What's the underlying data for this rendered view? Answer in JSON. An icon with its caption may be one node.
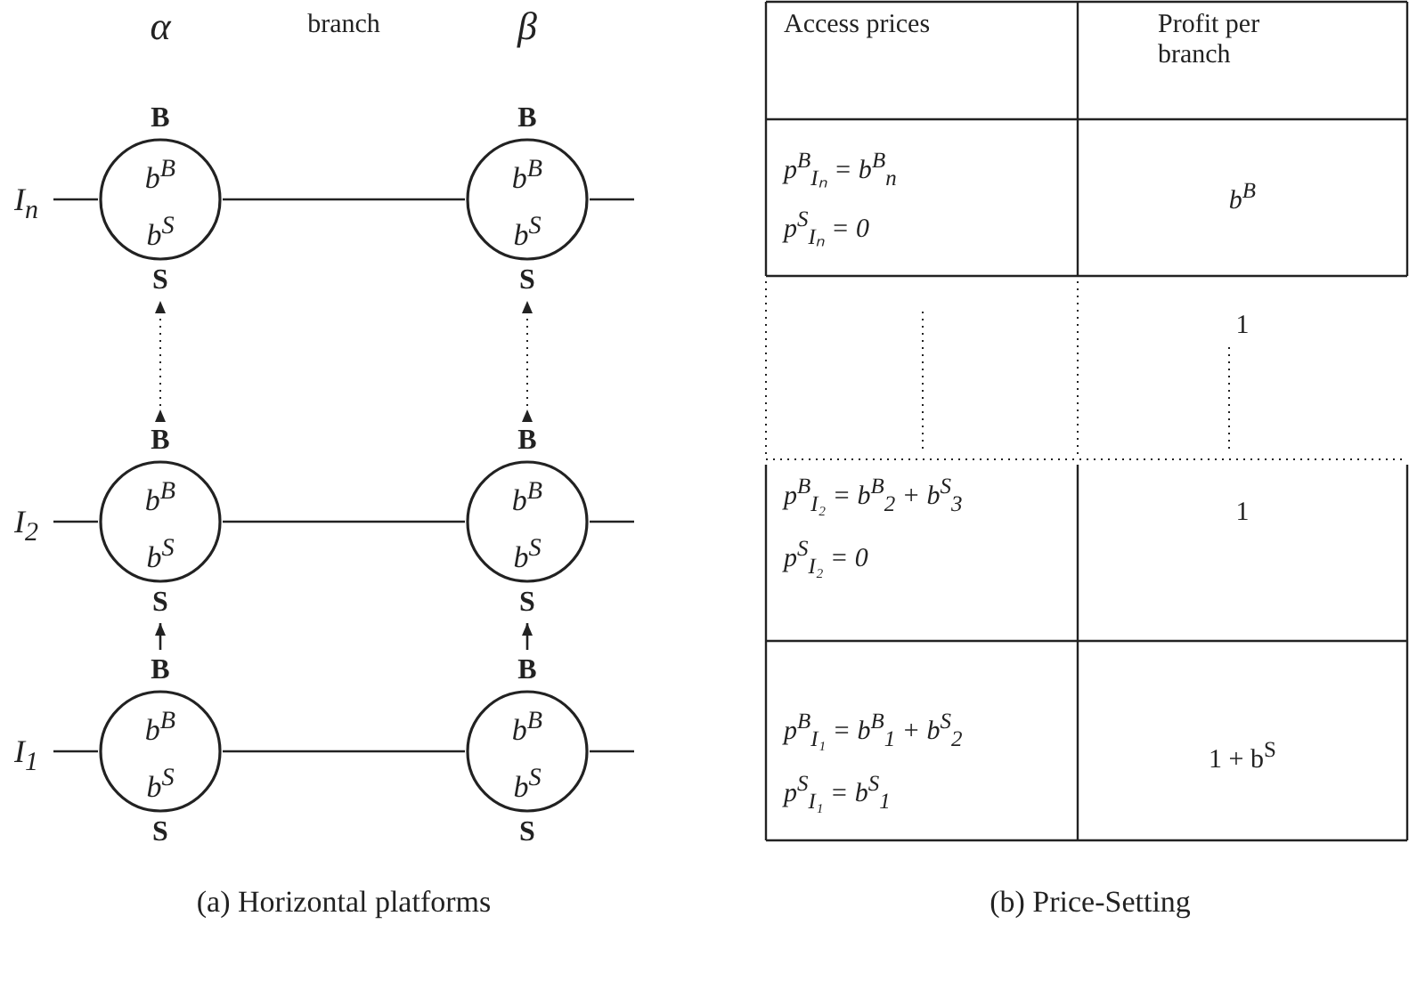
{
  "diagram": {
    "nodes": [
      {
        "text": [
          "I$_{n}$"
        ]
      },
      {
        "text": [
          "b$^{B}$",
          "b$^{S}$"
        ],
        "beside": [
          "B",
          "S"
        ]
      },
      {
        "text": [
          "b$^{B}$",
          "b$^{S}$"
        ],
        "beside": [
          "B",
          "S"
        ]
      },
      {
        "text": [
          "I$_{2}$"
        ]
      },
      {
        "text": [
          "b$^{B}$",
          "b$^{S}$"
        ],
        "beside": [
          "B",
          "S"
        ]
      },
      {
        "text": [
          "b$^{B}$",
          "b$^{S}$"
        ],
        "beside": [
          "B",
          "S"
        ]
      },
      {
        "text": [
          "I$_{1}$"
        ]
      },
      {
        "text": [
          "b$^{B}$",
          "b$^{S}$"
        ],
        "beside": [
          "B",
          "S"
        ]
      },
      {
        "text": [
          "b$^{B}$",
          "b$^{S}$"
        ],
        "beside": [
          "B",
          "S"
        ]
      }
    ],
    "edges": [
      {
        "from": 0,
        "to": 1,
        "arrow": "none"
      },
      {
        "from": 1,
        "to": 2,
        "arrow": "none"
      },
      {
        "from": 2,
        "to": null,
        "arrow": "none"
      },
      {
        "from": 3,
        "to": 4,
        "arrow": "none"
      },
      {
        "from": 4,
        "to": 5,
        "arrow": "none"
      },
      {
        "from": 5,
        "to": null,
        "arrow": "none"
      },
      {
        "from": 6,
        "to": 7,
        "arrow": "none"
      },
      {
        "from": 7,
        "to": 8,
        "arrow": "none"
      },
      {
        "from": 8,
        "to": null,
        "arrow": "none"
      },
      {
        "from": 4,
        "to": 1,
        "arrow": "to",
        "style": "dashed"
      },
      {
        "from": 5,
        "to": 2,
        "arrow": "to",
        "style": "dashed"
      },
      {
        "from": 7,
        "to": 4,
        "arrow": "to"
      },
      {
        "from": 8,
        "to": 5,
        "arrow": "to"
      }
    ],
    "labels": [
      "α",
      "branch",
      "β",
      "Access prices",
      "Profit per branch",
      "p$^{B}$$_{Iₙ}$ = b$^{B}$$_{n}$",
      "p$^{S}$$_{Iₙ}$ = 0",
      "b$^{B}$",
      "1",
      "p$^{B}$$_{I₂}$ = b$^{B}$$_{2}$ + b$^{S}$$_{3}$",
      "p$^{S}$$_{I₂}$ = 0",
      "1",
      "p$^{B}$$_{I₁}$ = b$^{B}$$_{1}$ + b$^{S}$$_{2}$",
      "p$^{S}$$_{I₁}$ = b$^{S}$$_{1}$",
      "1 + b$^{S}$",
      "(a) Horizontal platforms",
      "(b) Price-Setting"
    ]
  }
}
